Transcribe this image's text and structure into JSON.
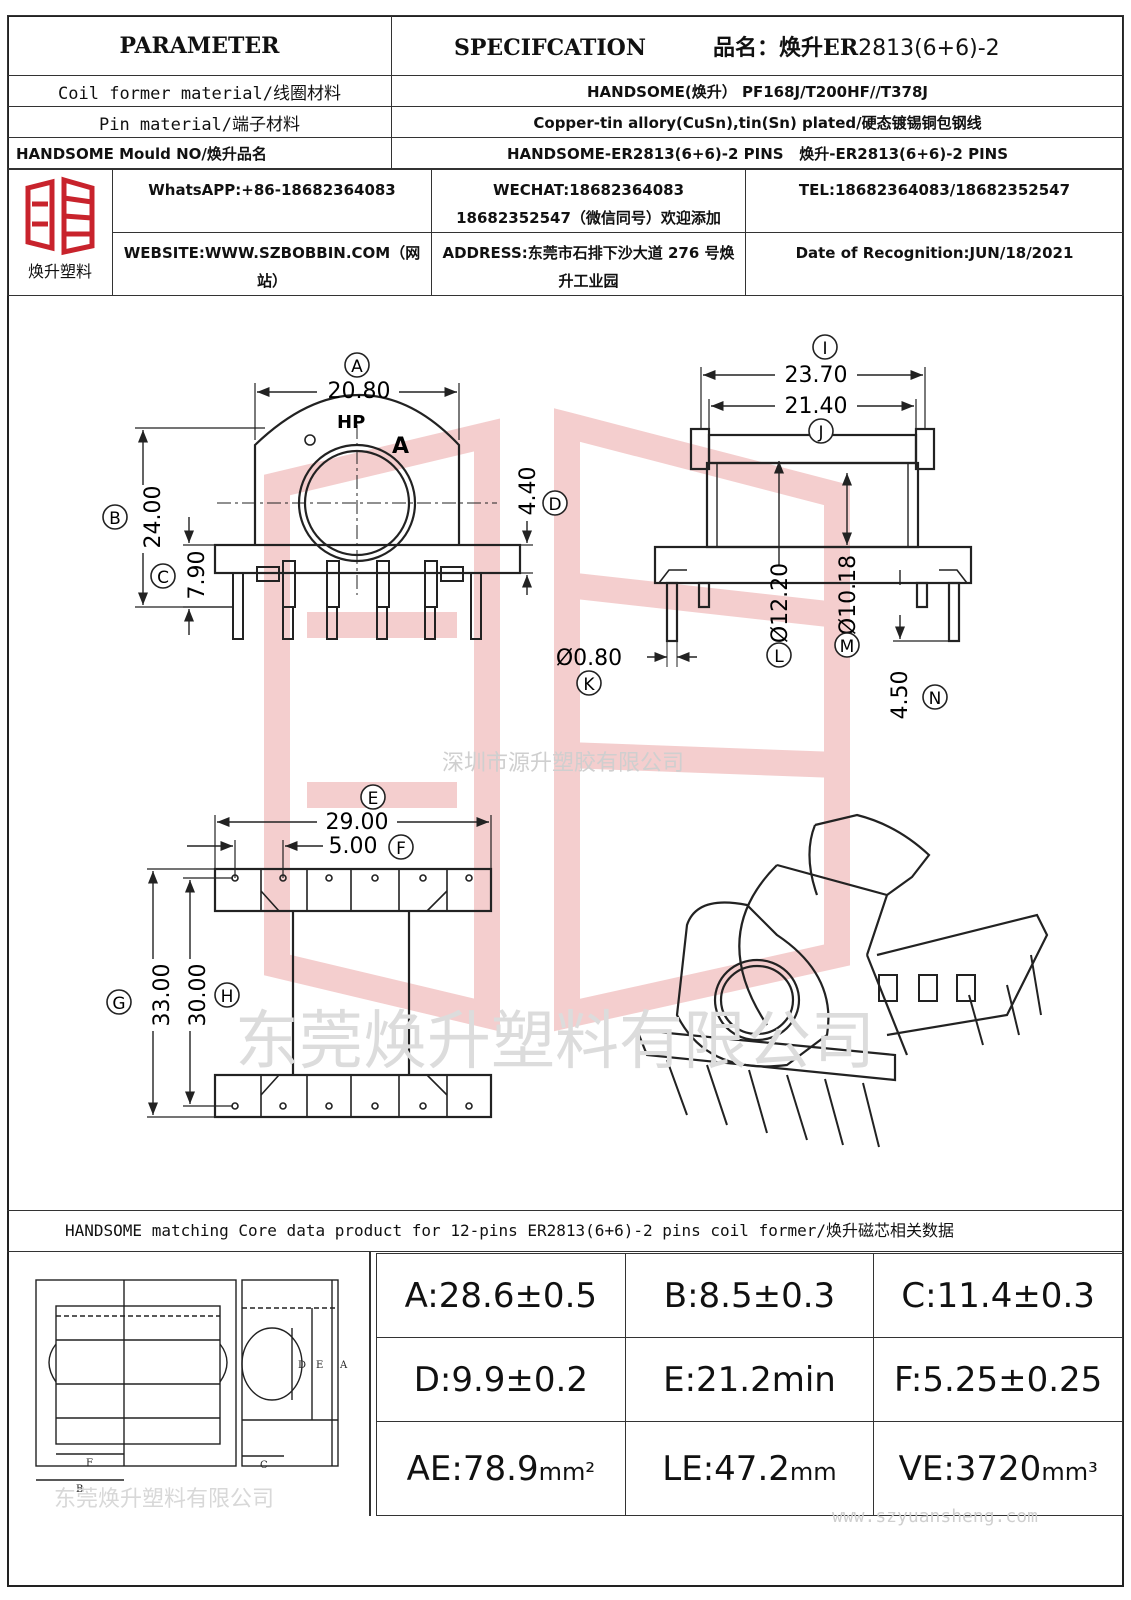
{
  "header": {
    "parameter": "PARAMETER",
    "specification": "SPECIFCATION",
    "product_label": "品名：焕升",
    "product_code": "ER",
    "product_number": "2813(6+6)-2"
  },
  "rows": [
    {
      "label": "Coil former material/线圈材料",
      "value": "HANDSOME(焕升）  PF168J/T200HF//T378J"
    },
    {
      "label": "Pin material/端子材料",
      "value": "Copper-tin allory(CuSn),tin(Sn) plated/硬态镀锡铜包钢线"
    },
    {
      "label": "HANDSOME Mould NO/焕升品名",
      "value": "HANDSOME-ER2813(6+6)-2 PINS   焕升-ER2813(6+6)-2 PINS"
    }
  ],
  "company": {
    "logo_caption": "焕升塑料",
    "whatsapp": "WhatsAPP:+86-18682364083",
    "wechat": "WECHAT:18682364083 18682352547（微信同号）欢迎添加",
    "tel": "TEL:18682364083/18682352547",
    "website": "WEBSITE:WWW.SZBOBBIN.COM（网站）",
    "address": "ADDRESS:东莞市石排下沙大道 276 号焕升工业园",
    "date": "Date of Recognition:JUN/18/2021"
  },
  "dimensions": {
    "A": "20.80",
    "B": "24.00",
    "C": "7.90",
    "D": "4.40",
    "E": "29.00",
    "F": "5.00",
    "G": "33.00",
    "H": "30.00",
    "I": "23.70",
    "J": "21.40",
    "K": "Ø0.80",
    "L": "Ø12.20",
    "M": "Ø10.18",
    "N": "4.50"
  },
  "callouts": {
    "A": "A",
    "B": "B",
    "C": "C",
    "D": "D",
    "E": "E",
    "F": "F",
    "G": "G",
    "H": "H",
    "I": "I",
    "J": "J",
    "K": "K",
    "L": "L",
    "M": "M",
    "N": "N"
  },
  "part_marks": {
    "hp": "HP",
    "a": "A"
  },
  "core_band": "HANDSOME matching Core data  product for 12-pins ER2813(6+6)-2 pins coil former/焕升磁芯相关数据",
  "core_params": [
    [
      "A:28.6±0.5",
      "B:8.5±0.3",
      "C:11.4±0.3"
    ],
    [
      "D:9.9±0.2",
      "E:21.2min",
      "F:5.25±0.25"
    ]
  ],
  "core_units": {
    "ae_label": "AE:78.9",
    "ae_unit": "mm²",
    "le_label": "LE:47.2",
    "le_unit": "mm",
    "ve_label": "VE:3720",
    "ve_unit": "mm³"
  },
  "core_marks": {
    "a": "A",
    "b": "B",
    "c": "C",
    "d": "D",
    "e": "E",
    "f": "F"
  },
  "watermarks": {
    "center": "深圳市源升塑胶有限公司",
    "big": "东莞焕升塑料有限公司",
    "small": "东莞焕升塑料有限公司",
    "url": "www.szyuansheng.com"
  },
  "colors": {
    "logo_red": "#c8232c",
    "watermark": "#f3c9c9"
  }
}
